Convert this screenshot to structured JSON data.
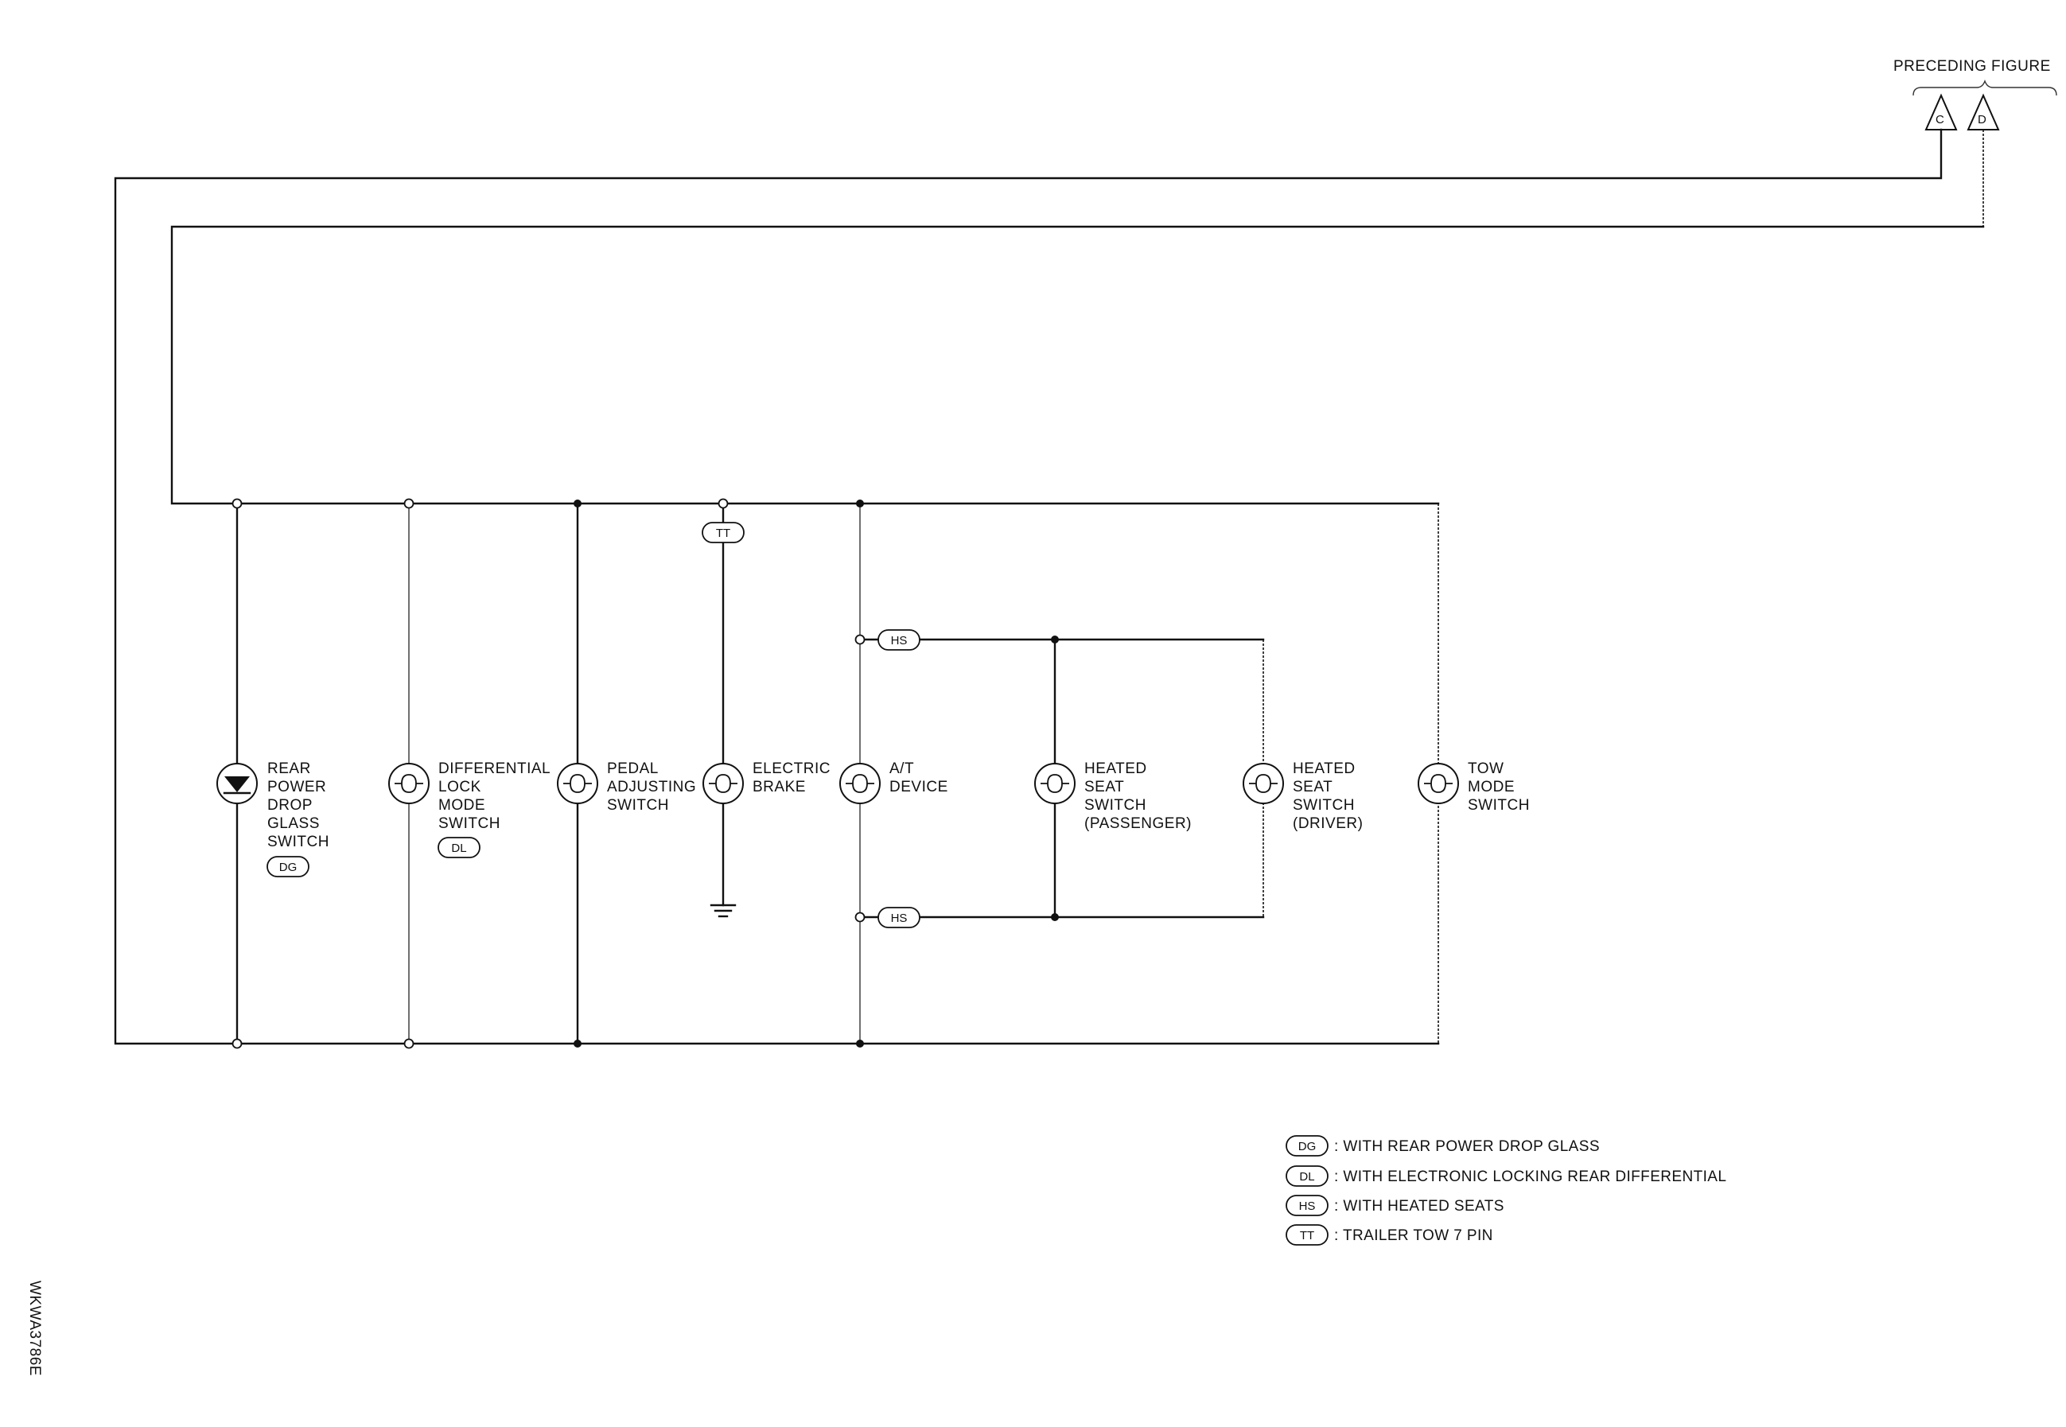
{
  "connectors": {
    "heading_word1": "PRECEDING",
    "heading_word2": "FIGURE",
    "c_label": "C",
    "d_label": "D"
  },
  "tags": {
    "dg": "DG",
    "dl": "DL",
    "tt": "TT",
    "hs": "HS"
  },
  "devices": {
    "rear_power_drop_glass": [
      "REAR",
      "POWER",
      "DROP",
      "GLASS",
      "SWITCH"
    ],
    "differential_lock_mode": [
      "DIFFERENTIAL",
      "LOCK",
      "MODE",
      "SWITCH"
    ],
    "pedal_adjusting": [
      "PEDAL",
      "ADJUSTING",
      "SWITCH"
    ],
    "electric_brake": [
      "ELECTRIC",
      "BRAKE"
    ],
    "at_device": [
      "A/T",
      "DEVICE"
    ],
    "heated_seat_passenger": [
      "HEATED",
      "SEAT",
      "SWITCH",
      "(PASSENGER)"
    ],
    "heated_seat_driver": [
      "HEATED",
      "SEAT",
      "SWITCH",
      "(DRIVER)"
    ],
    "tow_mode": [
      "TOW",
      "MODE",
      "SWITCH"
    ]
  },
  "legend": [
    {
      "code": "DG",
      "text": ": WITH REAR POWER DROP GLASS"
    },
    {
      "code": "DL",
      "text": ": WITH ELECTRONIC LOCKING REAR DIFFERENTIAL"
    },
    {
      "code": "HS",
      "text": ": WITH HEATED SEATS"
    },
    {
      "code": "TT",
      "text": ": TRAILER TOW 7 PIN"
    }
  ],
  "figure_id": "WKWA3786E"
}
